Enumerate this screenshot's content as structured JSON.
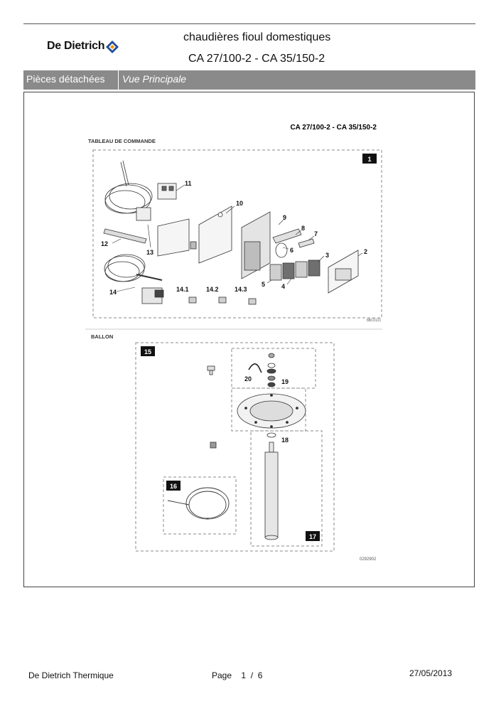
{
  "header": {
    "brand": "De Dietrich",
    "title_line1": "chaudières fioul domestiques",
    "title_line2": "CA 27/100-2 - CA 35/150-2"
  },
  "bar": {
    "section": "Pièces détachées",
    "view": "Vue Principale"
  },
  "diagram": {
    "model": "CA 27/100-2 - CA 35/150-2",
    "panel_title": "TABLEAU DE COMMANDE",
    "panel_tag": "1",
    "panel_ref": "88C0121",
    "tank_title": "BALLON",
    "tank_tag": "15",
    "tank_ref": "0292902",
    "subtag_16": "16",
    "subtag_17": "17",
    "parts": [
      "11",
      "10",
      "9",
      "8",
      "7",
      "6",
      "3",
      "2",
      "12",
      "13",
      "14",
      "5",
      "4",
      "14.1",
      "14.2",
      "14.3",
      "20",
      "19",
      "18"
    ]
  },
  "footer": {
    "company": "De Dietrich Thermique",
    "page_label": "Page",
    "page_current": "1",
    "page_sep": "/",
    "page_total": "6",
    "date": "27/05/2013"
  },
  "colors": {
    "bar": "#8a8a8a",
    "logo_blue": "#1f4e9a",
    "logo_orange": "#f39200"
  }
}
